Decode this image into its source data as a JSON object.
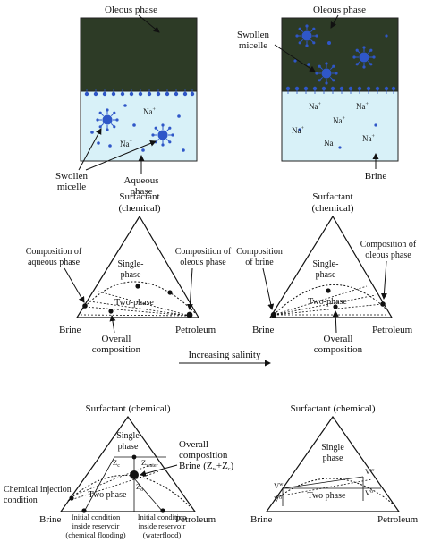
{
  "top": {
    "left": {
      "oleous": "Oleous phase",
      "swollen_micelle_1": "Swollen",
      "swollen_micelle_2": "micelle",
      "aqueous_1": "Aqueous",
      "aqueous_2": "phase",
      "ion": "Na",
      "ion_sup": "+"
    },
    "right": {
      "oleous": "Oleous phase",
      "swollen_micelle_1": "Swollen",
      "swollen_micelle_2": "micelle",
      "brine": "Brine",
      "ion": "Na",
      "ion_sup": "+"
    },
    "colors": {
      "oil": "#2d3b26",
      "water": "#d8f1f8",
      "micelle": "#2f57c8"
    }
  },
  "middle": {
    "left": {
      "apex_1": "Surfactant",
      "apex_2": "(chemical)",
      "comp_aq_1": "Composition of",
      "comp_aq_2": "aqueous phase",
      "comp_ol_1": "Composition of",
      "comp_ol_2": "oleous phase",
      "single_1": "Single-",
      "single_2": "phase",
      "two": "Two-phase",
      "brine": "Brine",
      "petroleum": "Petroleum",
      "overall_1": "Overall",
      "overall_2": "composition"
    },
    "right": {
      "apex_1": "Surfactant",
      "apex_2": "(chemical)",
      "comp_br_1": "Composition",
      "comp_br_2": "of brine",
      "comp_ol_1": "Composition of",
      "comp_ol_2": "oleous phase",
      "single_1": "Single-",
      "single_2": "phase",
      "two": "Two-phase",
      "brine": "Brine",
      "petroleum": "Petroleum",
      "overall_1": "Overall",
      "overall_2": "composition"
    },
    "arrow_label": "Increasing salinity"
  },
  "bottom": {
    "left": {
      "apex": "Surfactant (chemical)",
      "single_1": "Single",
      "single_2": "phase",
      "two": "Two phase",
      "overall_1": "Overall",
      "overall_2": "composition",
      "overall_3": "Brine (Z",
      "z_w": "w",
      "plus": "+Z",
      "z_c": "c",
      "close": ")",
      "chem_1": "Chemical injection",
      "chem_2": "condition",
      "brine": "Brine",
      "petroleum": "Petroleum",
      "init1_1": "Initial condition",
      "init1_2": "inside reservoir",
      "init1_3": "(chemical flooding)",
      "init2_1": "Initial condition",
      "init2_2": "inside reservoir",
      "init2_3": "(waterflood)",
      "z_top": "Z",
      "z_top_sub": "c",
      "z_mid": "Z",
      "z_mid_sub": "water",
      "z_low": "Z",
      "z_low_sub": "o"
    },
    "right": {
      "apex": "Surfactant (chemical)",
      "single_1": "Single",
      "single_2": "phase",
      "two": "Two phase",
      "brine": "Brine",
      "petroleum": "Petroleum",
      "v_left": "V",
      "v_left_sup": "w",
      "v_left2": "V",
      "v_left2_sup": "o",
      "v_right": "V",
      "v_right_sup": "w",
      "v_right2": "V",
      "v_right2_sup": "o"
    }
  }
}
